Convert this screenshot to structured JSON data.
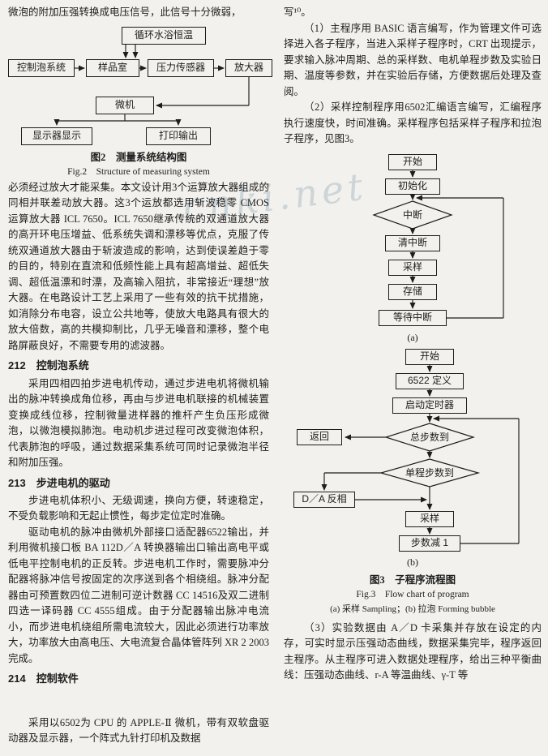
{
  "page": {
    "background": "#f2f1ed",
    "ink": "#1d1d1d",
    "watermark": "cnki.net"
  },
  "left_column": {
    "intro_line": "微泡的附加压强转换成电压信号，此信号十分微弱，",
    "figure2": {
      "boxes": {
        "water_bath": "循环水浴恒温",
        "bubble_control": "控制泡系统",
        "sample_chamber": "样品室",
        "pressure_sensor": "压力传感器",
        "amplifier": "放大器",
        "microcomputer": "微机",
        "display_out": "显示器显示",
        "print_out": "打印输出"
      },
      "caption_cn": "图2　测量系统结构图",
      "caption_en": "Fig.2　Structure of measuring system"
    },
    "para_amplifier": "必须经过放大才能采集。本文设计用3个运算放大器组成的同相并联差动放大器。这3个运放都选用斩波稳零 CMOS 运算放大器 ICL 7650。ICL 7650继承传统的双通道放大器的高开环电压增益、低系统失调和漂移等优点，克服了传统双通道放大器由于斩波造成的影响，达到使误差趋于零的目的，特别在直流和低频性能上具有超高增益、超低失调、超低温漂和时漂，及高输入阻抗，非常接近“理想”放大器。在电路设计工艺上采用了一些有效的抗干扰措施，如消除分布电容，设立公共地等，使放大电路具有很大的放大倍数，高的共模抑制比，几乎无噪音和漂移，整个电路屏蔽良好，不需要专用的滤波器。",
    "section_212": {
      "heading": "212　控制泡系统",
      "para": "采用四相四拍步进电机传动，通过步进电机将微机输出的脉冲转换成角位移，再由与步进电机联接的机械装置变换成线位移，控制微量进样器的推杆产生负压形成微泡，以微泡模拟肺泡。电动机步进过程可改变微泡体积，代表肺泡的呼吸，通过数据采集系统可同时记录微泡半径和附加压强。"
    },
    "section_213": {
      "heading": "213　步进电机的驱动",
      "para1": "步进电机体积小、无级调速，换向方便，转速稳定，不受负载影响和无起止惯性，每步定位定时准确。",
      "para2": "驱动电机的脉冲由微机外部接口适配器6522输出，并利用微机接口板 BA 112D／A 转换器输出口输出高电平或低电平控制电机的正反转。步进电机工作时，需要脉冲分配器将脉冲信号按固定的次序送到各个相绕组。脉冲分配器由可预置数四位二进制可逆计数器 CC 14516及双二进制四选一译码器 CC 4555组成。由于分配器输出脉冲电流小，而步进电机绕组所需电流较大，因此必须进行功率放大，功率放大由高电压、大电流复合晶体管阵列 XR 2 2003完成。"
    },
    "section_214": {
      "heading": "214　控制软件",
      "para": "采用以6502为 CPU 的 APPLE-Ⅱ 微机，带有双软盘驱动器及显示器，一个阵式九针打印机及数据"
    }
  },
  "right_column": {
    "carryover_line": "写¹⁰。",
    "para_1": "（1）主程序用 BASIC 语言编写，作为管理文件可选择进入各子程序，当进入采样子程序时，CRT 出现提示，要求输入脉冲周期、总的采样数、电机单程步数及实验日期、温度等参数，并在实验后存储，方便数据后处理及查阅。",
    "para_2": "（2）采样控制程序用6502汇编语言编写，汇编程序执行速度快，时间准确。采样程序包括采样子程序和拉泡子程序，见图3。",
    "flowchart_a": {
      "label": "(a)",
      "nodes": [
        "开始",
        "初始化",
        "中断",
        "清中断",
        "采样",
        "存储",
        "等待中断"
      ]
    },
    "flowchart_b": {
      "label": "(b)",
      "nodes": [
        "开始",
        "6522 定义",
        "启动定时器",
        "总步数到",
        "返回",
        "单程步数到",
        "D／A 反相",
        "采样",
        "步数减 1"
      ]
    },
    "figure3": {
      "caption_cn": "图3　子程序流程图",
      "caption_en": "Fig.3　Flow chart of program",
      "caption_sub": "(a) 采样 Sampling；(b) 拉泡 Forming bubble"
    },
    "para_3": "（3）实验数据由 A／D 卡采集并存放在设定的内存，可实时显示压强动态曲线，数据采集完毕，程序返回主程序。从主程序可进入数据处理程序，给出三种平衡曲线：压强动态曲线、r-A 等温曲线、γ-T 等"
  }
}
